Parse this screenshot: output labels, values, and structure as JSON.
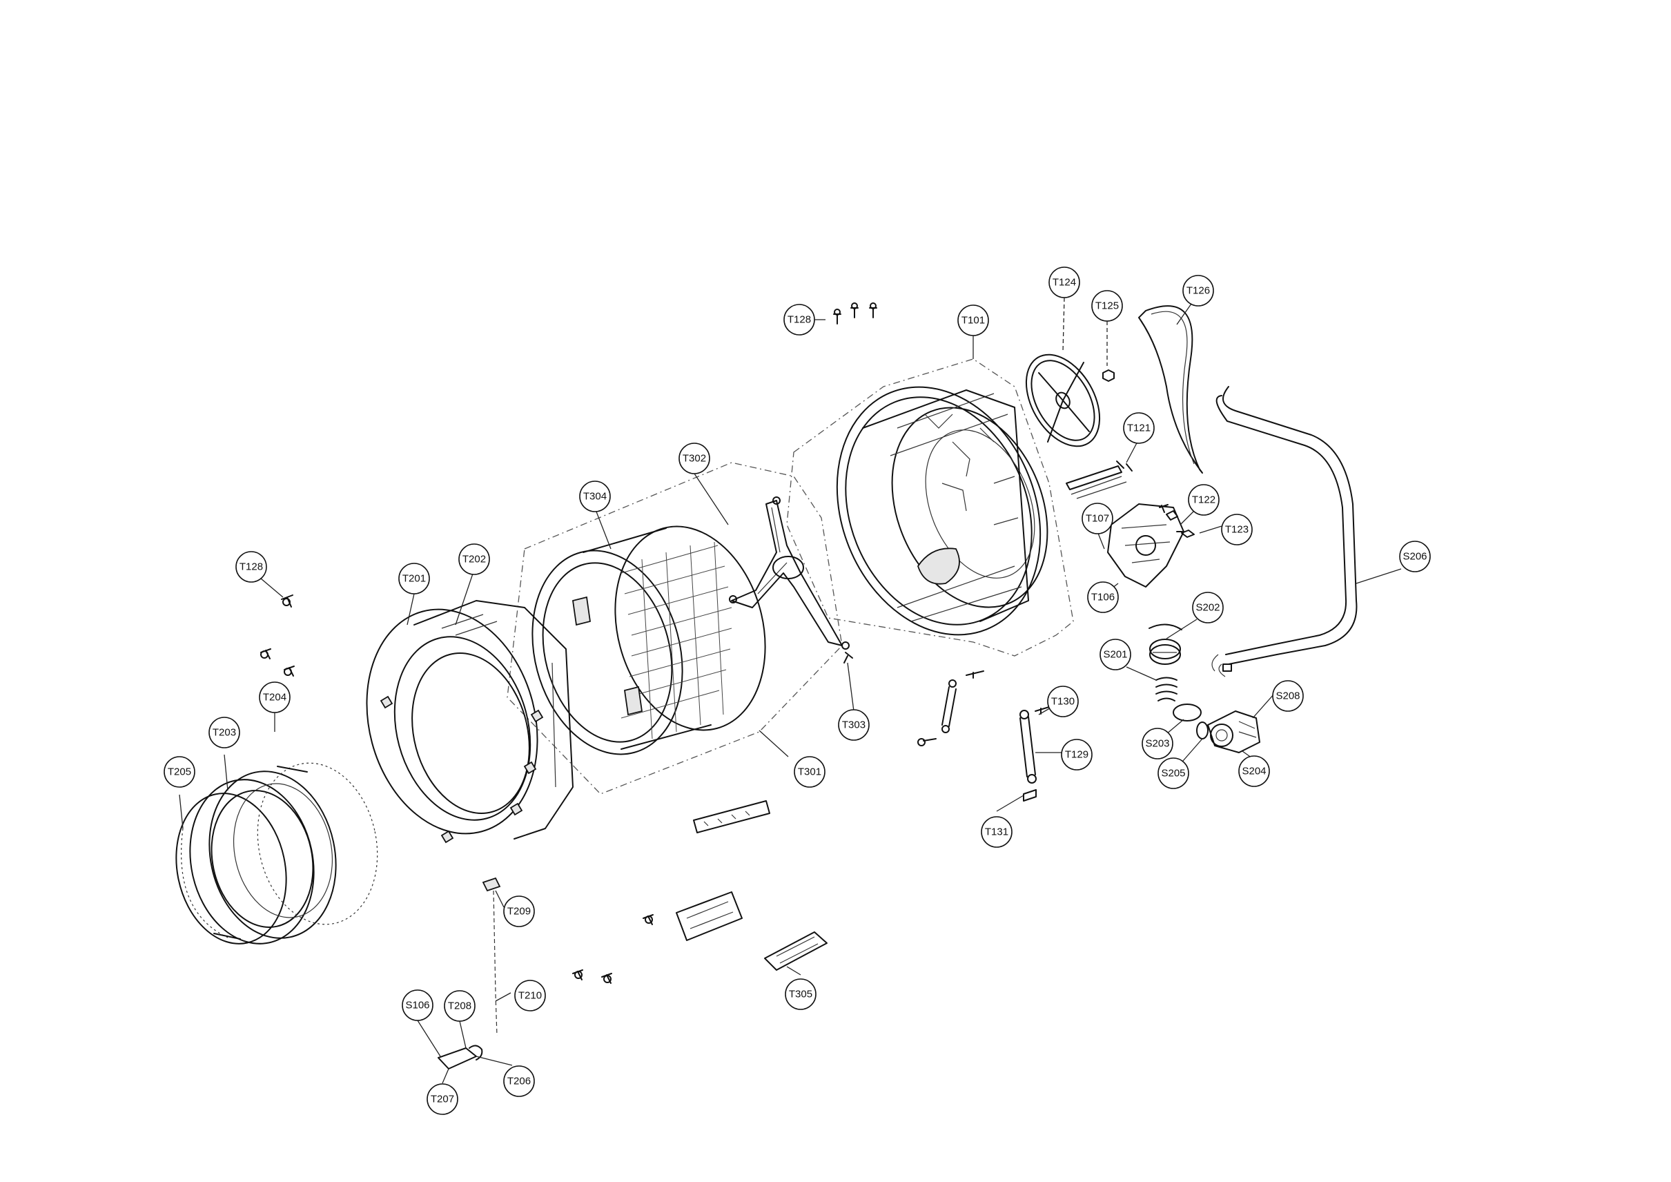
{
  "labels": [
    {
      "id": "T128a",
      "text": "T128"
    },
    {
      "id": "T124",
      "text": "T124"
    },
    {
      "id": "T125",
      "text": "T125"
    },
    {
      "id": "T126",
      "text": "T126"
    },
    {
      "id": "T101",
      "text": "T101"
    },
    {
      "id": "T121",
      "text": "T121"
    },
    {
      "id": "T302",
      "text": "T302"
    },
    {
      "id": "T304",
      "text": "T304"
    },
    {
      "id": "T107",
      "text": "T107"
    },
    {
      "id": "T122",
      "text": "T122"
    },
    {
      "id": "T123",
      "text": "T123"
    },
    {
      "id": "T128b",
      "text": "T128"
    },
    {
      "id": "T201",
      "text": "T201"
    },
    {
      "id": "T202",
      "text": "T202"
    },
    {
      "id": "S206",
      "text": "S206"
    },
    {
      "id": "T106",
      "text": "T106"
    },
    {
      "id": "S202",
      "text": "S202"
    },
    {
      "id": "S201",
      "text": "S201"
    },
    {
      "id": "T204",
      "text": "T204"
    },
    {
      "id": "T130",
      "text": "T130"
    },
    {
      "id": "S208",
      "text": "S208"
    },
    {
      "id": "T303",
      "text": "T303"
    },
    {
      "id": "T203",
      "text": "T203"
    },
    {
      "id": "S203",
      "text": "S203"
    },
    {
      "id": "T129",
      "text": "T129"
    },
    {
      "id": "T205",
      "text": "T205"
    },
    {
      "id": "T301",
      "text": "T301"
    },
    {
      "id": "S205",
      "text": "S205"
    },
    {
      "id": "S204",
      "text": "S204"
    },
    {
      "id": "T131",
      "text": "T131"
    },
    {
      "id": "T209",
      "text": "T209"
    },
    {
      "id": "T210",
      "text": "T210"
    },
    {
      "id": "T305",
      "text": "T305"
    },
    {
      "id": "S106",
      "text": "S106"
    },
    {
      "id": "T208",
      "text": "T208"
    },
    {
      "id": "T206",
      "text": "T206"
    },
    {
      "id": "T207",
      "text": "T207"
    }
  ]
}
